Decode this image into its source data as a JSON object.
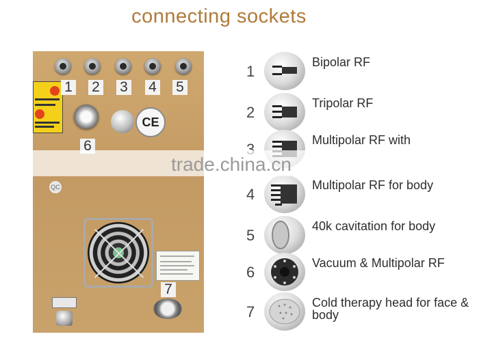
{
  "title": "connecting sockets",
  "panel": {
    "top_numbers": [
      "1",
      "2",
      "3",
      "4",
      "5"
    ],
    "socket6_label": "6",
    "socket7_label": "7",
    "ce_mark": "CE"
  },
  "legend": [
    {
      "num": "1",
      "label": "Bipolar RF"
    },
    {
      "num": "2",
      "label": "Tripolar RF"
    },
    {
      "num": "3",
      "label": "Multipolar RF with"
    },
    {
      "num": "4",
      "label": "Multipolar RF for body"
    },
    {
      "num": "5",
      "label": "40k cavitation for body"
    },
    {
      "num": "6",
      "label": "Vacuum & Multipolar RF"
    },
    {
      "num": "7",
      "label": "Cold therapy head for face & body"
    }
  ],
  "watermark": "trade.china.cn",
  "colors": {
    "title": "#b07a3a",
    "panel": "#c9a26b"
  }
}
